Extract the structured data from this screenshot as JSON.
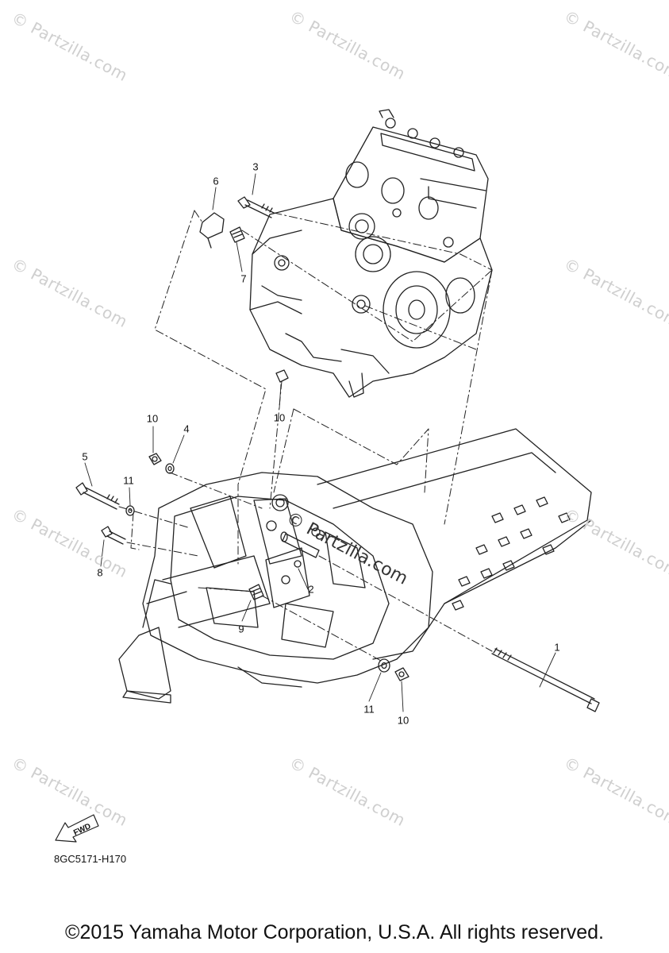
{
  "watermark": {
    "text": "© Partzilla.com",
    "center_text": "© Partzilla.com"
  },
  "callouts": {
    "c1": "1",
    "c2": "2",
    "c3": "3",
    "c4": "4",
    "c5": "5",
    "c6": "6",
    "c7": "7",
    "c8": "8",
    "c9": "9",
    "c10_top": "10",
    "c10_left": "10",
    "c10_bottom": "10",
    "c11_left": "11",
    "c11_bottom": "11"
  },
  "fwd_label": "FWD",
  "diagram_code": "8GC5171-H170",
  "copyright": "©2015 Yamaha Motor Corporation, U.S.A. All rights reserved."
}
